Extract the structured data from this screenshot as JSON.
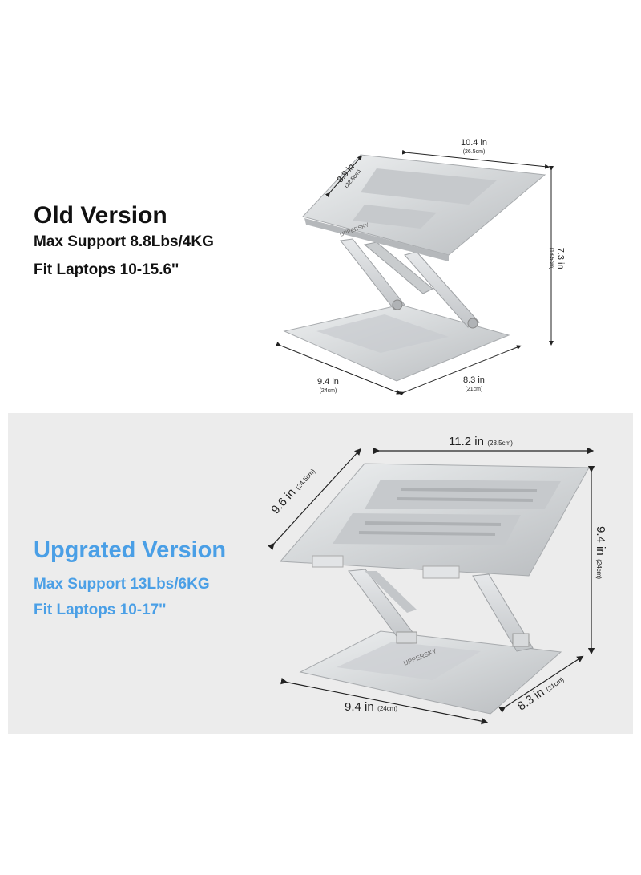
{
  "old": {
    "title": "Old Version",
    "line1": "Max Support 8.8Lbs/4KG",
    "line2": "Fit Laptops 10-15.6''",
    "brand": "UPPERSKY",
    "dims": {
      "top_width": "10.4 in",
      "top_width_cm": "(26.5cm)",
      "depth": "8.8 in",
      "depth_cm": "(22.5cm)",
      "height": "7.3 in",
      "height_cm": "(18.5cm)",
      "base_width": "9.4 in",
      "base_width_cm": "(24cm)",
      "base_depth": "8.3 in",
      "base_depth_cm": "(21cm)"
    }
  },
  "new": {
    "title": "Upgrated Version",
    "line1": "Max Support 13Lbs/6KG",
    "line2": "Fit Laptops 10-17''",
    "brand": "UPPERSKY",
    "dims": {
      "top_width": "11.2 in",
      "top_width_cm": "(28.5cm)",
      "depth": "9.6 in",
      "depth_cm": "(24.5cm)",
      "height": "9.4 in",
      "height_cm": "(24cm)",
      "base_width": "9.4 in",
      "base_width_cm": "(24cm)",
      "base_depth": "8.3 in",
      "base_depth_cm": "(21cm)"
    }
  },
  "colors": {
    "accent": "#4a9fe6",
    "heading": "#111111",
    "panel": "#ececec",
    "aluminum": "#d4d6d8"
  }
}
